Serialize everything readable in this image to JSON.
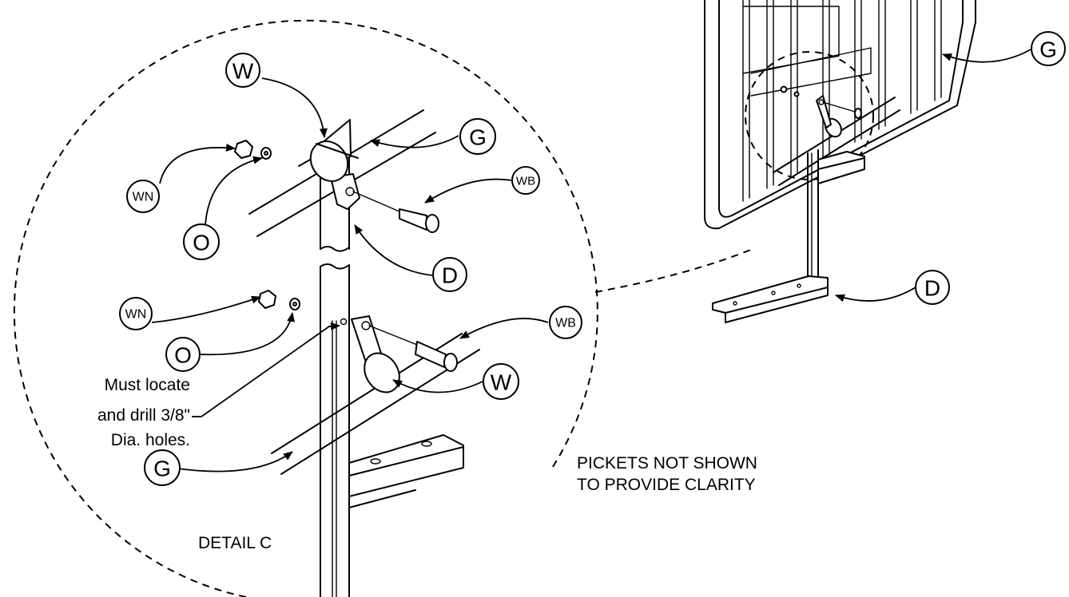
{
  "labels": {
    "w_top": "W",
    "g_top": "G",
    "wn_top": "WN",
    "wb_top": "WB",
    "o_top": "O",
    "d_detail": "D",
    "wn_bottom": "WN",
    "wb_bottom": "WB",
    "o_bottom": "O",
    "w_bottom": "W",
    "g_bottom": "G",
    "g_right": "G",
    "d_right": "D"
  },
  "notes": {
    "drill_line1": "Must locate",
    "drill_line2": "and drill 3/8\"",
    "drill_line3": "Dia. holes.",
    "pickets_line1": "PICKETS NOT SHOWN",
    "pickets_line2": "TO PROVIDE CLARITY",
    "detail_title": "DETAIL C"
  }
}
